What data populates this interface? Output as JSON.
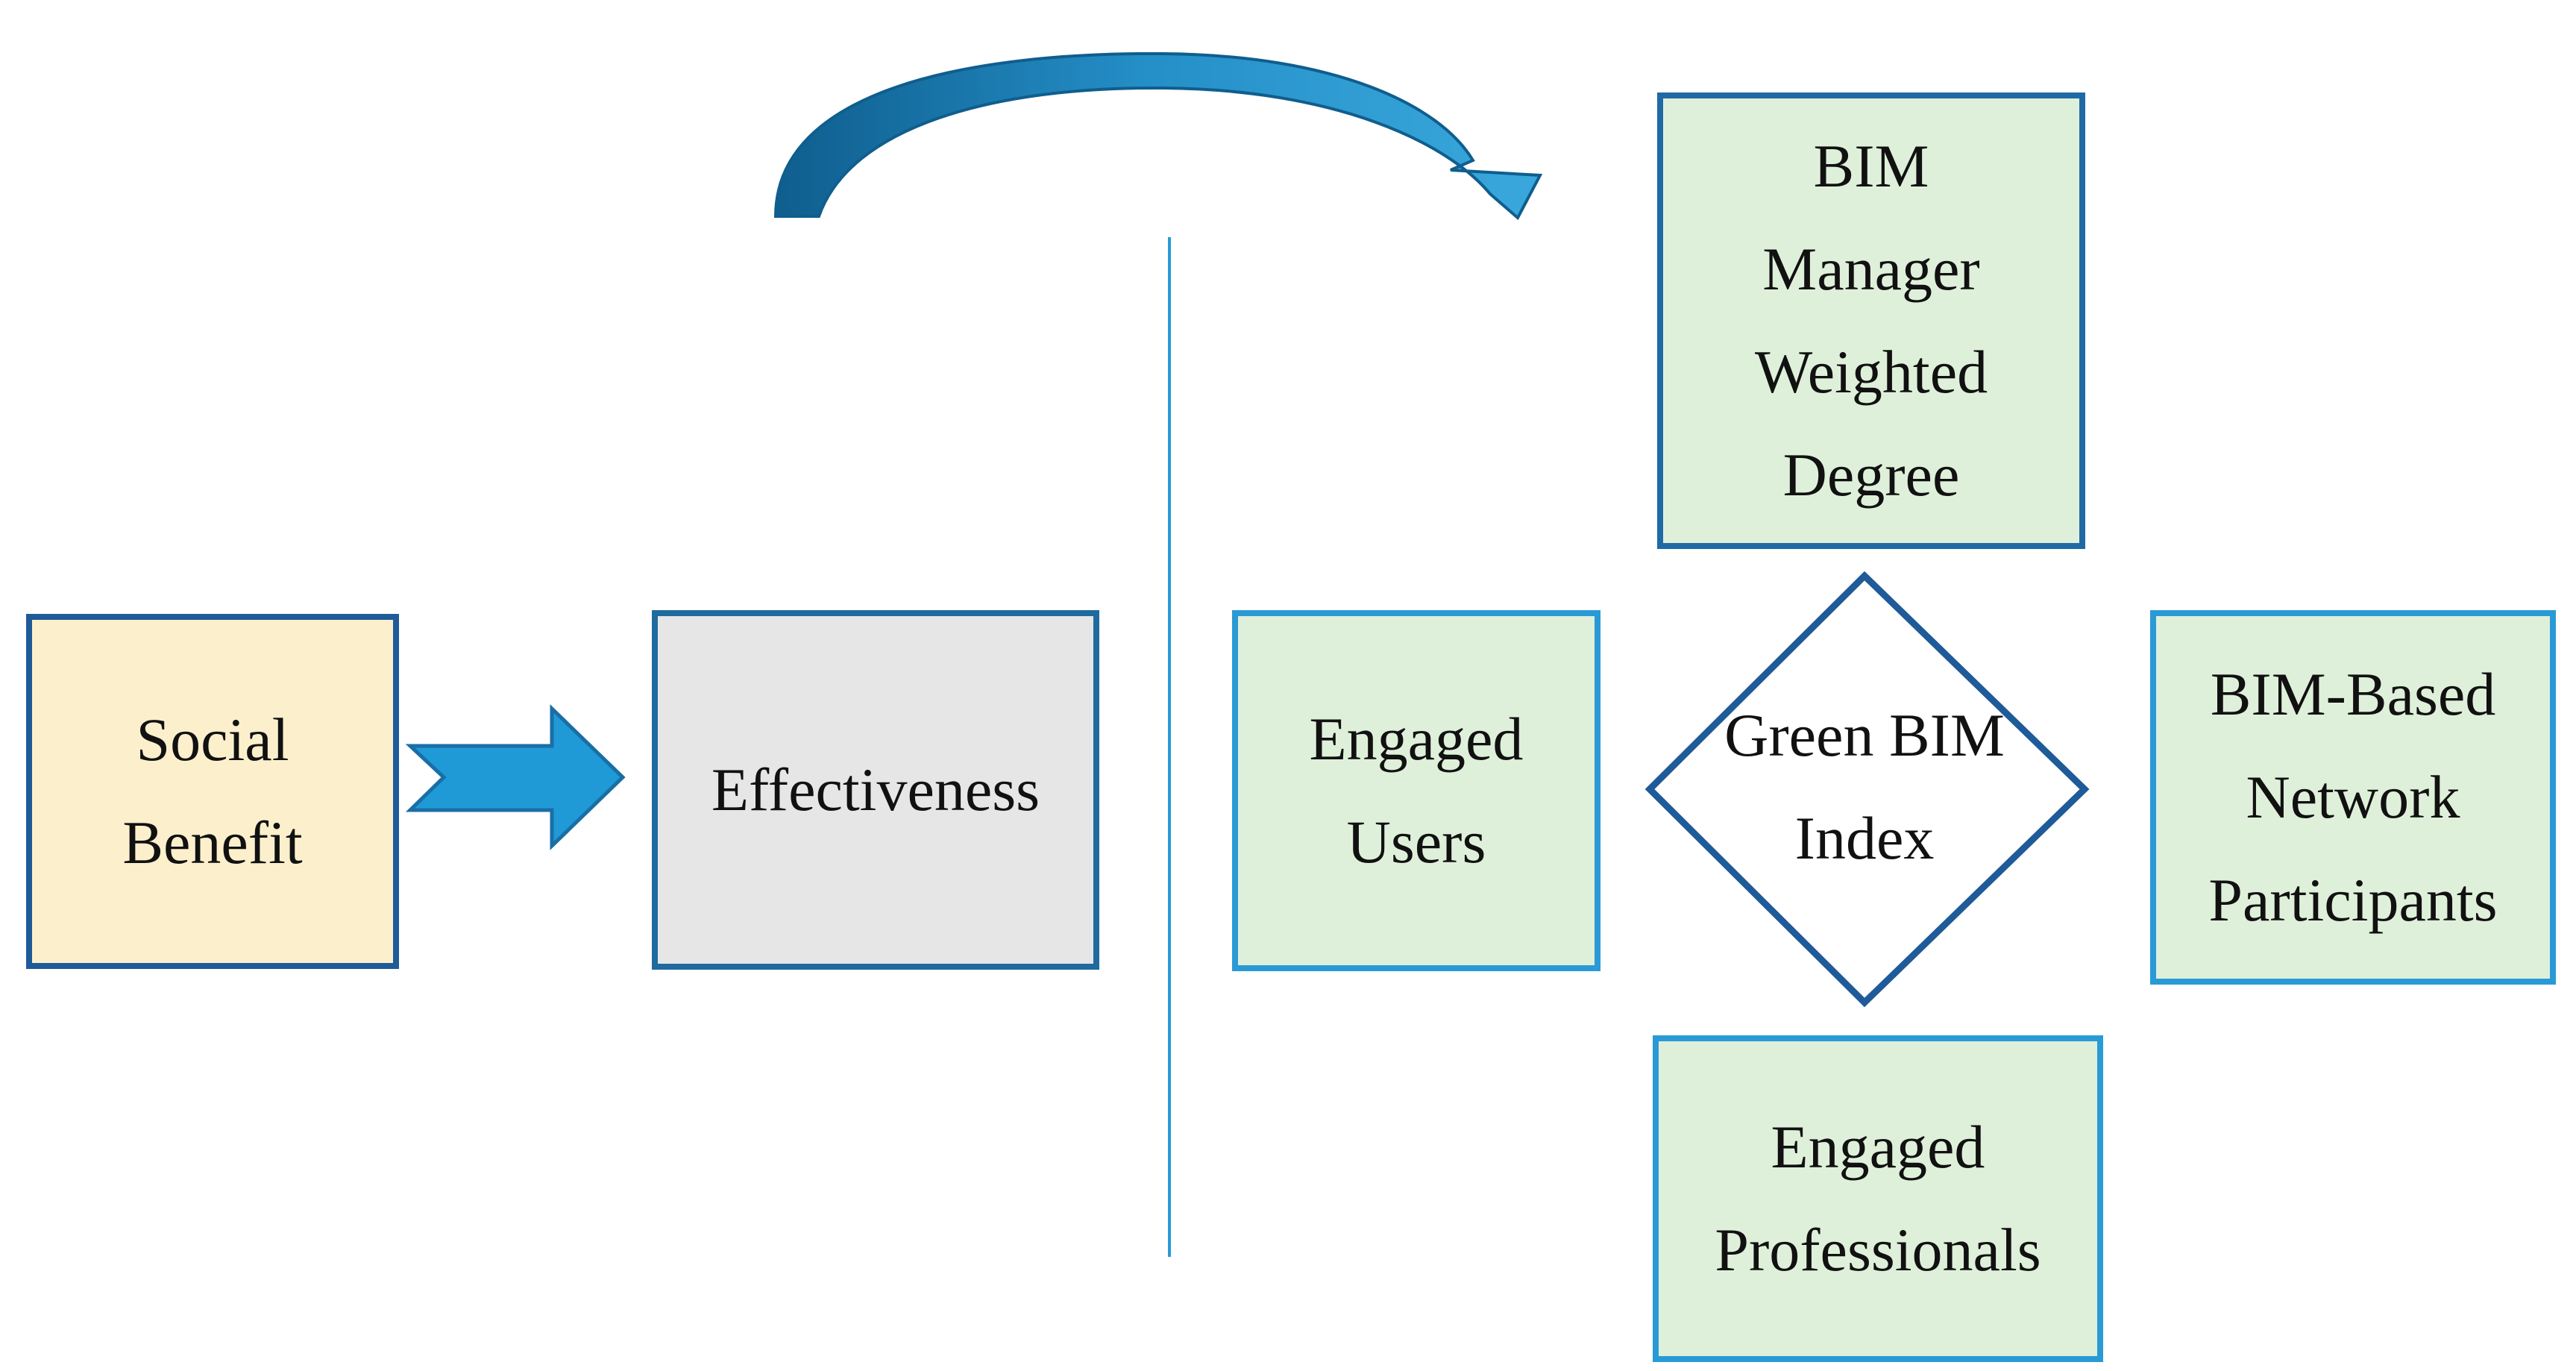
{
  "nodes": {
    "social_benefit": {
      "lines": [
        "Social",
        "Benefit"
      ],
      "fill": "#fcf0cc",
      "border": "#1f5a99"
    },
    "effectiveness": {
      "lines": [
        "Effectiveness"
      ],
      "fill": "#e6e6e6",
      "border": "#1f6a9e"
    },
    "engaged_users": {
      "lines": [
        "Engaged",
        "Users"
      ],
      "fill": "#dff0da",
      "border": "#2a9ad6"
    },
    "bim_manager": {
      "lines": [
        "BIM",
        "Manager",
        "Weighted",
        "Degree"
      ],
      "fill": "#dff0da",
      "border": "#1f6aa5"
    },
    "green_bim_index": {
      "lines": [
        "Green BIM",
        "Index"
      ],
      "fill": "#ffffff",
      "border": "#1f5a99"
    },
    "network_participants": {
      "lines": [
        "BIM-Based",
        "Network",
        "Participants"
      ],
      "fill": "#dff0da",
      "border": "#2a9ad6"
    },
    "engaged_professionals": {
      "lines": [
        "Engaged",
        "Professionals"
      ],
      "fill": "#dff0da",
      "border": "#2a9ad6"
    }
  },
  "colors": {
    "block_arrow": "#1f9ad6",
    "curved_arrow": "#1a78b4",
    "divider": "#2a9ad6"
  },
  "icons": [
    "block-arrow-right",
    "curved-arrow"
  ]
}
